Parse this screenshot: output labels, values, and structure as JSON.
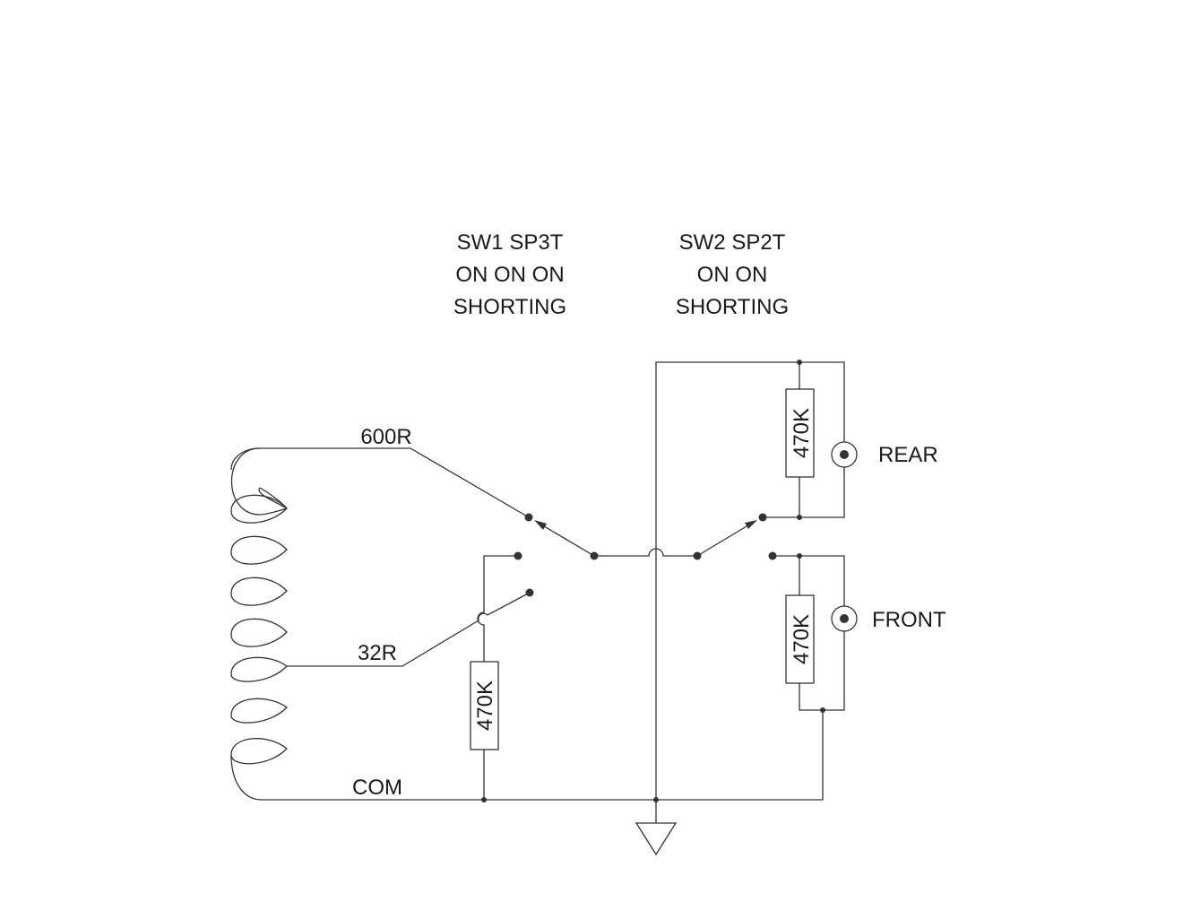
{
  "switches": {
    "sw1": {
      "line1": "SW1 SP3T",
      "line2": "ON ON ON",
      "line3": "SHORTING"
    },
    "sw2": {
      "line1": "SW2 SP2T",
      "line2": "ON ON",
      "line3": "SHORTING"
    }
  },
  "taps": {
    "tap_600": "600R",
    "tap_32": "32R",
    "com": "COM"
  },
  "resistors": {
    "r1": "470K",
    "r2": "470K",
    "r3": "470K"
  },
  "outputs": {
    "rear": "REAR",
    "front": "FRONT"
  }
}
